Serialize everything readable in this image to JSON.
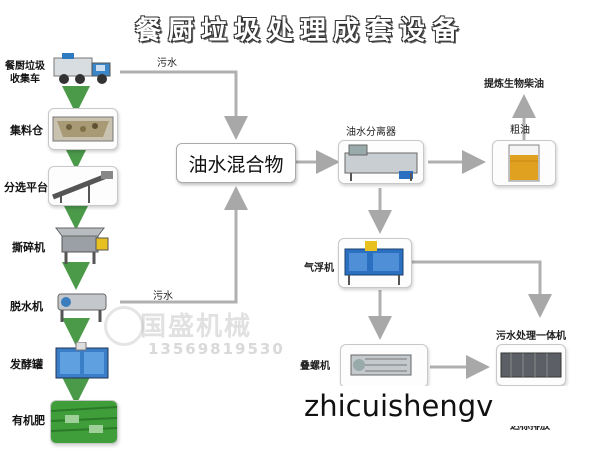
{
  "title": "餐厨垃圾处理成套设备",
  "left_steps": [
    {
      "label": "餐厨垃圾\n收集车",
      "icon": "garbage-truck-icon"
    },
    {
      "label": "集料仓",
      "icon": "hopper-icon"
    },
    {
      "label": "分选平台",
      "icon": "conveyor-icon"
    },
    {
      "label": "撕碎机",
      "icon": "shredder-icon"
    },
    {
      "label": "脱水机",
      "icon": "dewatering-machine-icon"
    },
    {
      "label": "发酵罐",
      "icon": "fermentation-tank-icon"
    },
    {
      "label": "有机肥",
      "icon": "fertilizer-bags-icon"
    }
  ],
  "center": {
    "label": "油水混合物"
  },
  "edge_labels": {
    "top": "污水",
    "middle": "污水"
  },
  "right_nodes": {
    "separator": "油水分离器",
    "flotation": "气浮机",
    "screw_press": "叠螺机",
    "crude_oil": "粗油",
    "biodiesel": "提炼生物柴油",
    "wastewater_unit": "污水处理一体机",
    "discharge": "达标排放"
  },
  "watermark": {
    "brand": "国盛机械",
    "phone": "13569819530",
    "overlay": "zhicuishengv"
  },
  "colors": {
    "arrow": "#aaaaaa",
    "green_arrow": "#3a9a3a",
    "oil": "#e0a020",
    "water_blue": "#2a6fc0"
  }
}
